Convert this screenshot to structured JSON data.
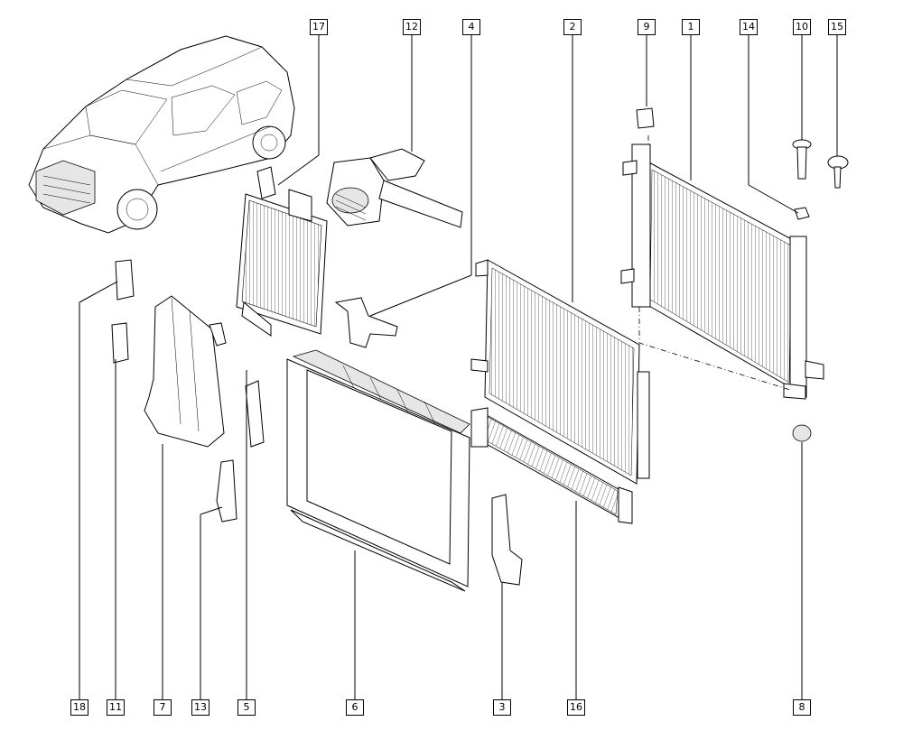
{
  "callouts": [
    {
      "id": "17",
      "label": "17"
    },
    {
      "id": "12",
      "label": "12"
    },
    {
      "id": "4",
      "label": "4"
    },
    {
      "id": "2",
      "label": "2"
    },
    {
      "id": "9",
      "label": "9"
    },
    {
      "id": "1",
      "label": "1"
    },
    {
      "id": "14",
      "label": "14"
    },
    {
      "id": "10",
      "label": "10"
    },
    {
      "id": "15",
      "label": "15"
    },
    {
      "id": "18",
      "label": "18"
    },
    {
      "id": "11",
      "label": "11"
    },
    {
      "id": "7",
      "label": "7"
    },
    {
      "id": "13",
      "label": "13"
    },
    {
      "id": "5",
      "label": "5"
    },
    {
      "id": "6",
      "label": "6"
    },
    {
      "id": "3",
      "label": "3"
    },
    {
      "id": "16",
      "label": "16"
    },
    {
      "id": "8",
      "label": "8"
    }
  ]
}
